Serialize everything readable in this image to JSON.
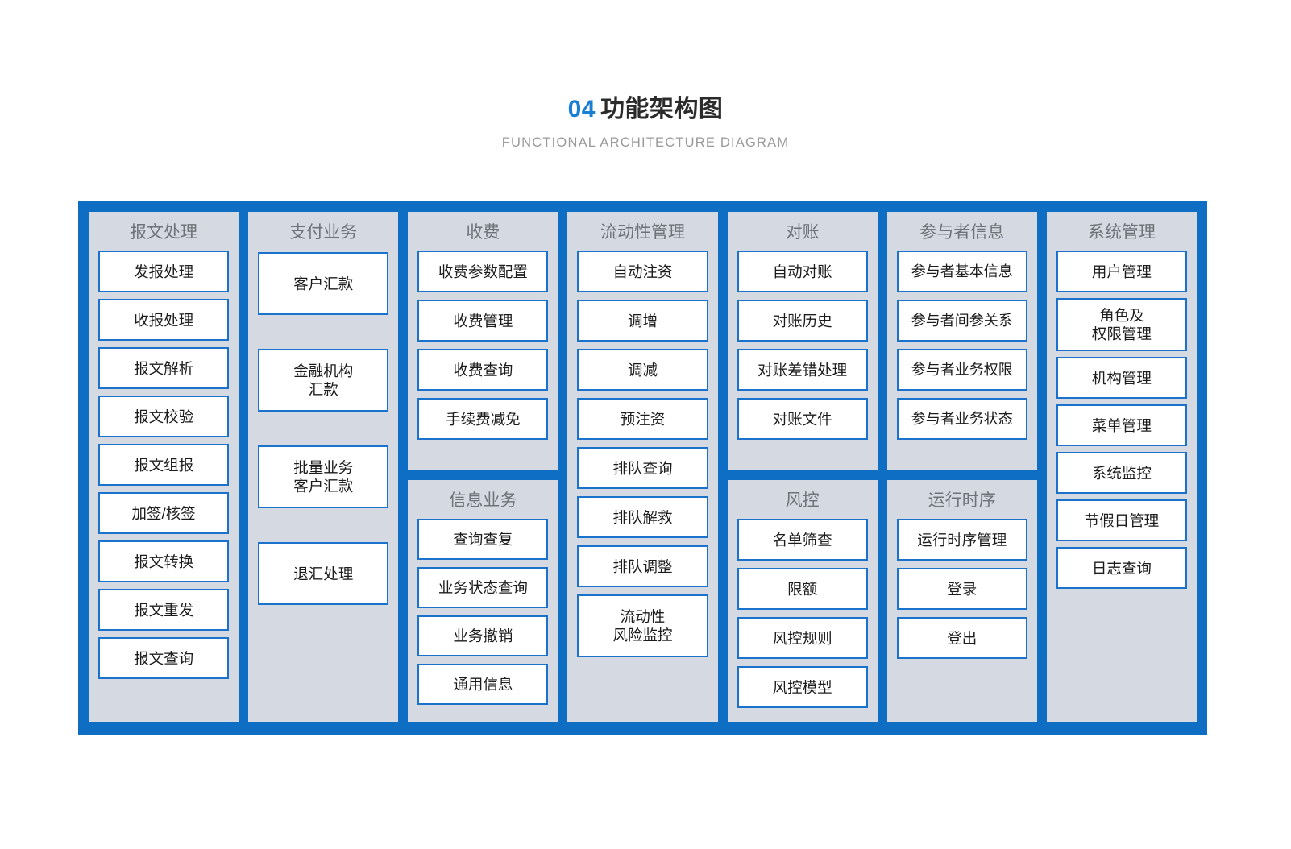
{
  "header": {
    "number": "04",
    "title": "功能架构图",
    "subtitle": "FUNCTIONAL ARCHITECTURE DIAGRAM"
  },
  "colors": {
    "frame_blue": "#0d6ec4",
    "accent_blue": "#1a7fd4",
    "panel_gray": "#d5dae2",
    "box_border": "#1b72cc",
    "box_fill": "#ffffff",
    "group_title": "#6e7378",
    "item_text": "#1c1c1c",
    "subtitle_gray": "#9a9a9a"
  },
  "columns": [
    {
      "id": "msg",
      "groups": [
        {
          "title": "报文处理",
          "items": [
            "发报处理",
            "收报处理",
            "报文解析",
            "报文校验",
            "报文组报",
            "加签/核签",
            "报文转换",
            "报文重发",
            "报文查询"
          ]
        }
      ]
    },
    {
      "id": "pay",
      "groups": [
        {
          "title": "支付业务",
          "items": [
            "客户汇款",
            "金融机构\n汇款",
            "批量业务\n客户汇款",
            "退汇处理"
          ]
        }
      ]
    },
    {
      "id": "fee",
      "groups": [
        {
          "title": "收费",
          "items": [
            "收费参数配置",
            "收费管理",
            "收费查询",
            "手续费减免"
          ]
        },
        {
          "title": "信息业务",
          "items": [
            "查询查复",
            "业务状态查询",
            "业务撤销",
            "通用信息"
          ]
        }
      ]
    },
    {
      "id": "liq",
      "groups": [
        {
          "title": "流动性管理",
          "items": [
            "自动注资",
            "调增",
            "调减",
            "预注资",
            "排队查询",
            "排队解救",
            "排队调整",
            "流动性\n风险监控"
          ]
        }
      ]
    },
    {
      "id": "rec",
      "groups": [
        {
          "title": "对账",
          "items": [
            "自动对账",
            "对账历史",
            "对账差错处理",
            "对账文件"
          ]
        },
        {
          "title": "风控",
          "items": [
            "名单筛查",
            "限额",
            "风控规则",
            "风控模型"
          ]
        }
      ]
    },
    {
      "id": "part",
      "groups": [
        {
          "title": "参与者信息",
          "items": [
            "参与者基本信息",
            "参与者间参关系",
            "参与者业务权限",
            "参与者业务状态"
          ]
        },
        {
          "title": "运行时序",
          "items": [
            "运行时序管理",
            "登录",
            "登出"
          ]
        }
      ]
    },
    {
      "id": "sys",
      "groups": [
        {
          "title": "系统管理",
          "items": [
            "用户管理",
            "角色及\n权限管理",
            "机构管理",
            "菜单管理",
            "系统监控",
            "节假日管理",
            "日志查询"
          ]
        }
      ]
    }
  ]
}
